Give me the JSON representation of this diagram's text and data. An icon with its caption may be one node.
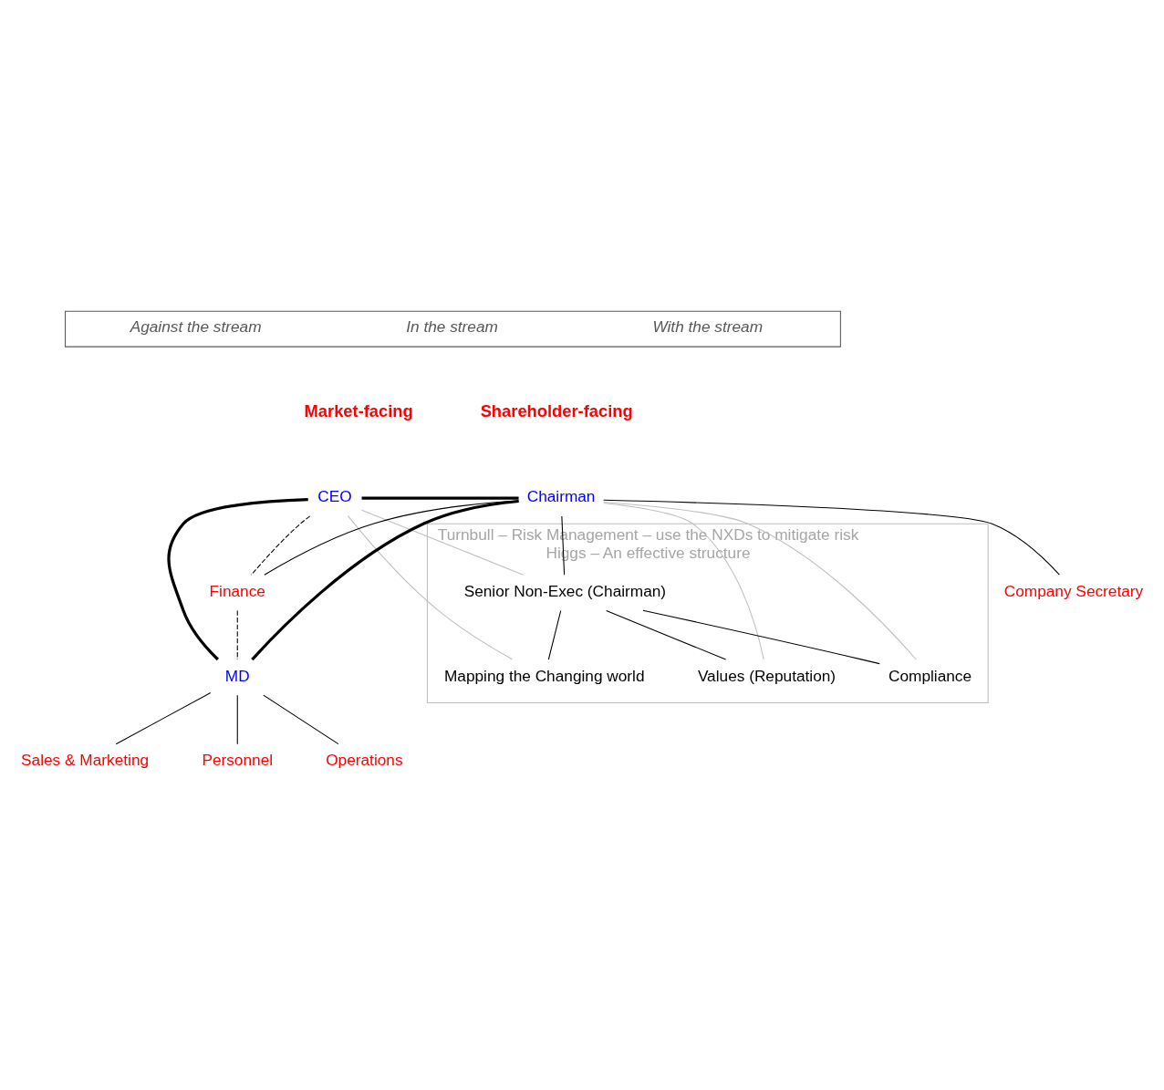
{
  "diagram": {
    "nodes": [
      {
        "text": [
          "Against the stream",
          "In the stream",
          "With the stream"
        ]
      },
      {
        "text": [
          "CEO"
        ]
      },
      {
        "text": [
          "Chairman"
        ]
      },
      {
        "text": [
          "Company Secretary"
        ]
      },
      {
        "text": [
          "Finance"
        ]
      },
      {
        "text": [
          "MD"
        ]
      },
      {
        "text": [
          "Sales & Marketing"
        ]
      },
      {
        "text": [
          "Personnel"
        ]
      },
      {
        "text": [
          "Operations"
        ]
      },
      {
        "text": [
          "Turnbull – Risk Management – use the NXDs to mitigate risk",
          "Higgs – An effective structure"
        ]
      },
      {
        "text": [
          "Senior Non-Exec (Chairman)"
        ],
        "in": 9
      },
      {
        "text": [
          "Mapping the Changing world"
        ],
        "in": 9
      },
      {
        "text": [
          "Values (Reputation)"
        ],
        "in": 9
      },
      {
        "text": [
          "Compliance"
        ],
        "in": 9
      }
    ],
    "edges": [
      {
        "from": 1,
        "to": 2,
        "arrow": "none",
        "style": "thick"
      },
      {
        "from": 1,
        "to": 5,
        "arrow": "none",
        "style": "thick"
      },
      {
        "from": 1,
        "to": 4,
        "arrow": "none",
        "style": "dashed"
      },
      {
        "from": 4,
        "to": 5,
        "arrow": "none",
        "style": "dashed"
      },
      {
        "from": 2,
        "to": 4,
        "arrow": "none"
      },
      {
        "from": 2,
        "to": 5,
        "arrow": "none",
        "style": "thick"
      },
      {
        "from": 2,
        "to": 10,
        "arrow": "none"
      },
      {
        "from": 2,
        "to": 3,
        "arrow": "none"
      },
      {
        "from": 2,
        "to": 12,
        "arrow": "none",
        "color": "#bfbfbf"
      },
      {
        "from": 2,
        "to": 13,
        "arrow": "none",
        "color": "#bfbfbf"
      },
      {
        "from": 1,
        "to": 11,
        "arrow": "none",
        "color": "#bfbfbf"
      },
      {
        "from": 1,
        "to": 10,
        "arrow": "none",
        "color": "#bfbfbf"
      },
      {
        "from": 5,
        "to": 6,
        "arrow": "none"
      },
      {
        "from": 5,
        "to": 8,
        "arrow": "none"
      },
      {
        "from": 5,
        "to": 7,
        "arrow": "none"
      },
      {
        "from": 10,
        "to": 11,
        "arrow": "none"
      },
      {
        "from": 10,
        "to": 12,
        "arrow": "none"
      },
      {
        "from": 10,
        "to": 13,
        "arrow": "none"
      }
    ],
    "labels": [
      "Market-facing",
      "Shareholder-facing"
    ]
  }
}
